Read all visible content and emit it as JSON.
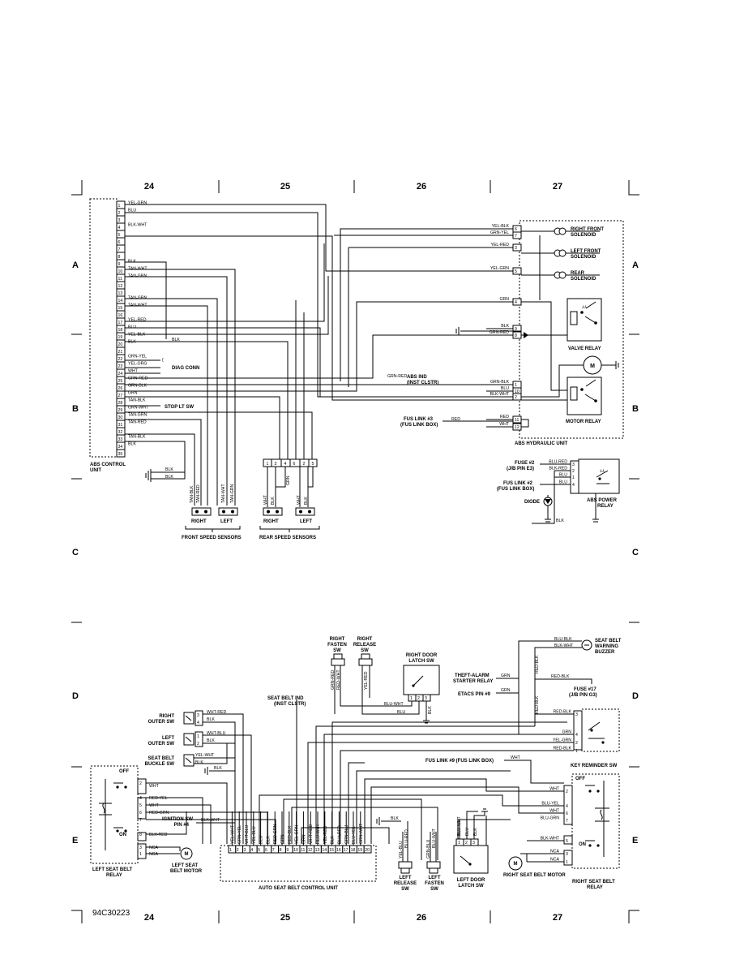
{
  "grid": {
    "columns": [
      "24",
      "25",
      "26",
      "27"
    ],
    "rows": [
      "A",
      "B",
      "C",
      "D",
      "E"
    ]
  },
  "figure_id": "94C30223",
  "abs": {
    "control_unit_label": [
      "ABS CONTROL",
      "UNIT"
    ],
    "pins": [
      "1",
      "2",
      "3",
      "4",
      "5",
      "6",
      "7",
      "8",
      "9",
      "10",
      "11",
      "12",
      "13",
      "14",
      "15",
      "16",
      "17",
      "18",
      "19",
      "20",
      "21",
      "22",
      "23",
      "24",
      "25",
      "26",
      "27",
      "28",
      "29",
      "30",
      "31",
      "32",
      "33",
      "34",
      "35"
    ],
    "wires": [
      {
        "pin": "1",
        "color": "YEL-GRN"
      },
      {
        "pin": "2",
        "color": "BLU"
      },
      {
        "pin": "4",
        "color": "BLK-WHT"
      },
      {
        "pin": "9",
        "color": "BLK"
      },
      {
        "pin": "10",
        "color": "TAN-WHT"
      },
      {
        "pin": "11",
        "color": "TAN-GRN"
      },
      {
        "pin": "14",
        "color": "TAN-GRN"
      },
      {
        "pin": "15",
        "color": "TAN-WHT"
      },
      {
        "pin": "17",
        "color": "YEL-RED"
      },
      {
        "pin": "18",
        "color": "BLU"
      },
      {
        "pin": "19",
        "color": "YEL-BLK"
      },
      {
        "pin": "20",
        "color": "BLK"
      },
      {
        "pin": "22",
        "color": "GRN-YEL"
      },
      {
        "pin": "23",
        "color": "YEL-ORG"
      },
      {
        "pin": "24",
        "color": "WHT"
      },
      {
        "pin": "25",
        "color": "GRN-RED"
      },
      {
        "pin": "26",
        "color": "GRN-BLK"
      },
      {
        "pin": "27",
        "color": "GRN"
      },
      {
        "pin": "28",
        "color": "TAN-BLK"
      },
      {
        "pin": "29",
        "color": "GRN-WHT"
      },
      {
        "pin": "30",
        "color": "TAN-GRN"
      },
      {
        "pin": "31",
        "color": "TAN-RED"
      },
      {
        "pin": "33",
        "color": "TAN-BLK"
      },
      {
        "pin": "34",
        "color": "BLK"
      }
    ],
    "blk_label": "BLK",
    "diag_conn": "DIAG CONN",
    "stop_lt_sw": "STOP LT SW",
    "abs_ind": [
      "ABS IND",
      "(INST CLSTR)"
    ],
    "abs_ind_wire": "GRN-RED",
    "gnd_blk_1": "BLK",
    "gnd_blk_2": "BLK",
    "hydraulic": {
      "label": "ABS HYDRAULIC UNIT",
      "wires": [
        {
          "pin": "6",
          "color": "YEL-BLK"
        },
        {
          "pin": "7",
          "color": "GRN-YEL"
        },
        {
          "pin": "3",
          "color": "YEL-RED"
        },
        {
          "pin": "5",
          "color": "YEL-GRN"
        },
        {
          "pin": "4",
          "color": "GRN"
        },
        {
          "pin": "9",
          "color": "BLK"
        },
        {
          "pin": "8",
          "color": "GRN-RED"
        },
        {
          "pin": "1",
          "color": "GRN-BLK"
        },
        {
          "pin": "10",
          "color": "BLU"
        },
        {
          "pin": "2",
          "color": "BLK-WHT"
        },
        {
          "pin": "11",
          "color": "RED"
        },
        {
          "pin": "12",
          "color": "WHT"
        }
      ],
      "rf_solenoid": [
        "RIGHT FRONT",
        "SOLENOID"
      ],
      "lf_solenoid": [
        "LEFT FRONT",
        "SOLENOID"
      ],
      "rear_solenoid": [
        "REAR",
        "SOLENOID"
      ],
      "valve_relay": "VALVE RELAY",
      "motor_relay": "MOTOR RELAY"
    },
    "fus_link_3": [
      "FUS LINK #3",
      "(FUS LINK BOX)"
    ],
    "fus_link_3_wire": "RED",
    "fuse_2": [
      "FUSE #2",
      "(J/B PIN E3)"
    ],
    "fus_link_2": [
      "FUS LINK #2",
      "(FUS LINK BOX)"
    ],
    "power_relay": {
      "label": [
        "ABS POWER",
        "RELAY"
      ],
      "wires": [
        {
          "pin": "3",
          "color": "BLU-RED"
        },
        {
          "pin": "2",
          "color": "BLK-RED"
        },
        {
          "pin": "1",
          "color": "BLU"
        },
        {
          "pin": "4",
          "color": "BLU"
        }
      ]
    },
    "diode": "DIODE",
    "diode_wire": "BLK",
    "front_sensors": {
      "label": "FRONT SPEED SENSORS",
      "right": "RIGHT",
      "left": "LEFT",
      "wires": [
        "TAN-BLK",
        "TAN-RED",
        "TAN-WHT",
        "TAN-GRN"
      ]
    },
    "rear_sensors": {
      "label": "REAR SPEED SENSORS",
      "right": "RIGHT",
      "left": "LEFT",
      "connector_pins": [
        "1",
        "3",
        "4",
        "6",
        "2",
        "5"
      ],
      "wires": [
        "WHT",
        "BLK",
        "GRN",
        "WHT",
        "BLK"
      ]
    }
  },
  "seatbelt": {
    "right_fasten_sw": [
      "RIGHT",
      "FASTEN",
      "SW"
    ],
    "right_release_sw": [
      "RIGHT",
      "RELEASE",
      "SW"
    ],
    "right_door_latch": [
      "RIGHT DOOR",
      "LATCH SW"
    ],
    "rf_wires": [
      "GRN-RED",
      "RED-WHT",
      "YEL-RED"
    ],
    "rdl_wires": [
      "BLU-WHT",
      "BLU",
      "BLK"
    ],
    "rdl_pins": [
      "1",
      "2",
      "3"
    ],
    "seat_belt_ind": [
      "SEAT BELT IND",
      "(INST CLSTR)"
    ],
    "right_outer_sw": [
      "RIGHT",
      "OUTER SW"
    ],
    "left_outer_sw": [
      "LEFT",
      "OUTER SW"
    ],
    "buckle_sw": [
      "SEAT BELT",
      "BUCKLE SW"
    ],
    "outer_wires": [
      {
        "pin": "3",
        "color": "WHT-RED"
      },
      {
        "pin": "4",
        "color": "BLK"
      },
      {
        "pin": "1",
        "color": "WHT-BLU"
      },
      {
        "pin": "2",
        "color": "BLK"
      }
    ],
    "buckle_wires": [
      "YEL-WHT",
      "BLK"
    ],
    "buckle_gnd": "BLK",
    "left_relay": {
      "label": [
        "LEFT SEAT BELT",
        "RELAY"
      ],
      "off": "OFF",
      "on": "ON",
      "wires": [
        {
          "pin": "2",
          "color": "WHT"
        },
        {
          "pin": "4",
          "color": "RED-YEL"
        },
        {
          "pin": "5",
          "color": "WHT"
        },
        {
          "pin": "6",
          "color": "RED-GRN"
        },
        {
          "pin": "7",
          "color": ""
        },
        {
          "pin": "8",
          "color": "BLK-RED"
        },
        {
          "pin": "3",
          "color": "NCA"
        },
        {
          "pin": "1",
          "color": "NCA"
        }
      ]
    },
    "left_motor": [
      "LEFT SEAT",
      "BELT MOTOR"
    ],
    "ignition_sw": [
      "IGNITION SW",
      "PIN #4"
    ],
    "ignition_wire": "BLK-WHT",
    "control_unit": {
      "label": "AUTO SEAT BELT CONTROL UNIT",
      "pins": [
        "1",
        "2",
        "3",
        "4",
        "5",
        "6",
        "7",
        "8",
        "9",
        "10",
        "11",
        "12",
        "13",
        "14",
        "15",
        "16",
        "17",
        "18",
        "19",
        "20"
      ],
      "wires": [
        "YEL-WHT",
        "GRN-YEL",
        "WHT-BLU",
        "YEL-BLU",
        "BLU",
        "BLK",
        "RED-GRN",
        "GRN",
        "RED-BLK",
        "YEL-GRN",
        "GRN",
        "WHT-RED",
        "RED-WHT",
        "YEL-RED",
        "BLK",
        "BLU-RED",
        "GRN-BLU",
        "BLU-YEL",
        "GRN-WHT"
      ]
    },
    "gnd_blk": "BLK",
    "left_release": [
      "LEFT",
      "RELEASE",
      "SW"
    ],
    "left_fasten": [
      "LEFT",
      "FASTEN",
      "SW"
    ],
    "lr_wires": [
      "YEL-BLU",
      "BLU-RED"
    ],
    "lf_wires": [
      "GRN-BLU",
      "BLU-WHT"
    ],
    "left_door_latch": [
      "LEFT DOOR",
      "LATCH SW"
    ],
    "ldl_wires": [
      "BLU-WHT",
      "BLU",
      "BLK"
    ],
    "ldl_pins": [
      "1",
      "2",
      "3"
    ],
    "buzzer": [
      "SEAT BELT",
      "WARNING",
      "BUZZER"
    ],
    "buzzer_wires": [
      "BLU-BLK",
      "BLK-WHT",
      "RED-BLK"
    ],
    "theft_alarm": [
      "THEFT-ALARM",
      "STARTER RELAY"
    ],
    "etacs": "ETACS PIN #9",
    "theft_wire": "GRN",
    "etacs_wire": "GRN",
    "fuse_17": [
      "FUSE #17",
      "(J/B PIN G3)"
    ],
    "fuse_17_wire": "RED-BLK",
    "fus_link_9": "FUS LINK #9 (FUS LINK BOX)",
    "fus_link_9_wire": "WHT",
    "key_reminder": {
      "label": "KEY REMINDER SW",
      "wires": [
        {
          "pin": "3",
          "color": "RED-BLK"
        },
        {
          "pin": "4",
          "color": "GRN"
        },
        {
          "pin": "2",
          "color": "YEL-GRN"
        },
        {
          "pin": "1",
          "color": "RED-BLK"
        }
      ]
    },
    "right_relay": {
      "label": [
        "RIGHT SEAT BELT",
        "RELAY"
      ],
      "off": "OFF",
      "on": "ON",
      "wires": [
        {
          "pin": "2",
          "color": "WHT"
        },
        {
          "pin": "4",
          "color": "BLU-YEL"
        },
        {
          "pin": "6",
          "color": "WHT"
        },
        {
          "pin": "7",
          "color": "BLU-GRN"
        },
        {
          "pin": "5",
          "color": "BLK-WHT"
        },
        {
          "pin": "3",
          "color": "NCA"
        },
        {
          "pin": "1",
          "color": "NCA"
        }
      ]
    },
    "right_motor": "RIGHT SEAT BELT MOTOR"
  }
}
